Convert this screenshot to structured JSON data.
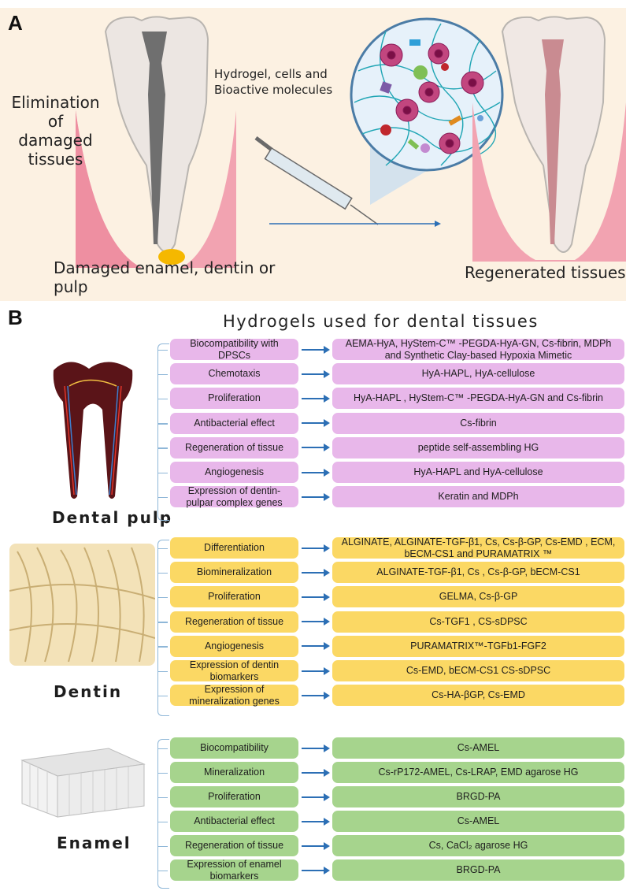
{
  "panel_a": {
    "letter": "A",
    "elimination_label": [
      "Elimination of",
      "damaged",
      "tissues"
    ],
    "hydrogel_label": [
      "Hydrogel, cells and",
      "Bioactive molecules"
    ],
    "damaged_label": [
      "Damaged enamel, dentin or",
      "pulp"
    ],
    "regenerated_label": "Regenerated tissues"
  },
  "panel_b": {
    "letter": "B",
    "title": "Hydrogels used for dental tissues",
    "groups": [
      {
        "name": "Dental pulp",
        "color": "#e8b7ea",
        "rows": [
          {
            "property": "Biocompatibility with DPSCs",
            "hydrogels": "AEMA-HyA,  HyStem-C™ -PEGDA-HyA-GN, Cs-fibrin,  MDPh and Synthetic Clay-based Hypoxia Mimetic"
          },
          {
            "property": "Chemotaxis",
            "hydrogels": "HyA-HAPL, HyA-cellulose"
          },
          {
            "property": "Proliferation",
            "hydrogels": "HyA-HAPL , HyStem-C™ -PEGDA-HyA-GN and Cs-fibrin"
          },
          {
            "property": "Antibacterial effect",
            "hydrogels": "Cs-fibrin"
          },
          {
            "property": "Regeneration of tissue",
            "hydrogels": "peptide self-assembling HG"
          },
          {
            "property": "Angiogenesis",
            "hydrogels": "HyA-HAPL and HyA-cellulose"
          },
          {
            "property": "Expression of dentin-pulpar complex genes",
            "hydrogels": "Keratin and MDPh"
          }
        ]
      },
      {
        "name": "Dentin",
        "color": "#fbd864",
        "rows": [
          {
            "property": "Differentiation",
            "hydrogels": "ALGINATE, ALGINATE-TGF-β1, Cs, Cs-β-GP, Cs-EMD , ECM, bECM-CS1 and PURAMATRIX ™"
          },
          {
            "property": "Biomineralization",
            "hydrogels": "ALGINATE-TGF-β1, Cs , Cs-β-GP, bECM-CS1"
          },
          {
            "property": "Proliferation",
            "hydrogels": "GELMA, Cs-β-GP"
          },
          {
            "property": "Regeneration of tissue",
            "hydrogels": "Cs-TGF1 , CS-sDPSC"
          },
          {
            "property": "Angiogenesis",
            "hydrogels": "PURAMATRIX™-TGFb1-FGF2"
          },
          {
            "property": "Expression of dentin biomarkers",
            "hydrogels": "Cs-EMD, bECM-CS1 CS-sDPSC"
          },
          {
            "property": "Expression of mineralization genes",
            "hydrogels": "Cs-HA-βGP, Cs-EMD"
          }
        ]
      },
      {
        "name": "Enamel",
        "color": "#a6d48d",
        "rows": [
          {
            "property": "Biocompatibility",
            "hydrogels": "Cs-AMEL"
          },
          {
            "property": "Mineralization",
            "hydrogels": "Cs-rP172-AMEL, Cs-LRAP, EMD agarose HG"
          },
          {
            "property": "Proliferation",
            "hydrogels": "BRGD-PA"
          },
          {
            "property": "Antibacterial effect",
            "hydrogels": "Cs-AMEL"
          },
          {
            "property": "Regeneration of tissue",
            "hydrogels": "Cs,  CaCl₂ agarose HG"
          },
          {
            "property": "Expression of enamel biomarkers",
            "hydrogels": "BRGD-PA"
          }
        ]
      }
    ]
  }
}
